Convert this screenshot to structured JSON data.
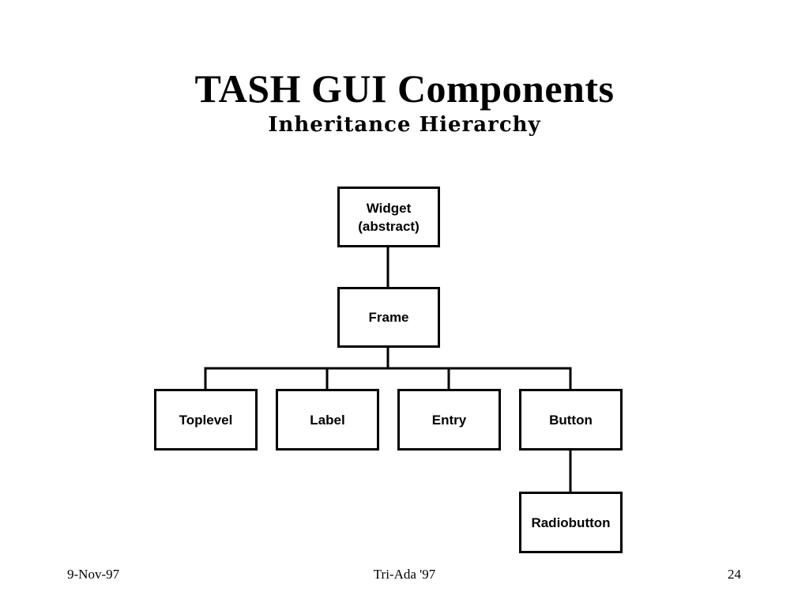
{
  "slide": {
    "title": "TASH GUI Components",
    "subtitle": "Inheritance Hierarchy"
  },
  "diagram": {
    "nodes": {
      "widget": "Widget\n(abstract)",
      "frame": "Frame",
      "toplevel": "Toplevel",
      "label": "Label",
      "entry": "Entry",
      "button": "Button",
      "radiobutton": "Radiobutton"
    },
    "edges": [
      [
        "widget",
        "frame"
      ],
      [
        "frame",
        "toplevel"
      ],
      [
        "frame",
        "label"
      ],
      [
        "frame",
        "entry"
      ],
      [
        "frame",
        "button"
      ],
      [
        "button",
        "radiobutton"
      ]
    ]
  },
  "footer": {
    "date": "9-Nov-97",
    "event": "Tri-Ada '97",
    "page": "24"
  }
}
